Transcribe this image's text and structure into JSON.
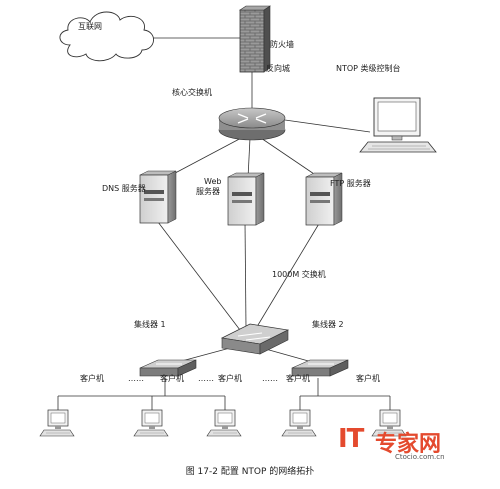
{
  "labels": {
    "internet": "互联网",
    "firewall": "防火墙",
    "proxy": "反向城",
    "core_switch": "核心交换机",
    "ntop_console": "NTOP 类级控制台",
    "dns_server": "DNS 服务器",
    "web_server_line1": "Web",
    "web_server_line2": "服务器",
    "ftp_server": "FTP 服务器",
    "gigabit_switch": "1000M 交换机",
    "concentrator_1": "集线器 1",
    "concentrator_2": "集线器 2",
    "client_1": "客户机",
    "client_2": "客户机",
    "client_3": "客户机",
    "client_4": "客户机",
    "client_5": "客户机",
    "ellipsis_1": "……",
    "ellipsis_2": "……",
    "ellipsis_3": "……"
  },
  "caption": "图 17-2   配置 NTOP 的网络拓扑",
  "watermark": {
    "it_text": "IT",
    "cn_text": "专家网",
    "sub_text": "Ctocio.com.cn"
  },
  "colors": {
    "watermark": "#e44a2e",
    "server_light": "#d9d9d9",
    "server_dark": "#8c8c8c",
    "router": "#a9a9a9",
    "firewall_brick": "#7a7a7a"
  },
  "icons": [
    "cloud-icon",
    "firewall-icon",
    "router-icon",
    "monitor-icon",
    "server-icon",
    "switch-icon",
    "hub-icon",
    "pc-icon"
  ]
}
